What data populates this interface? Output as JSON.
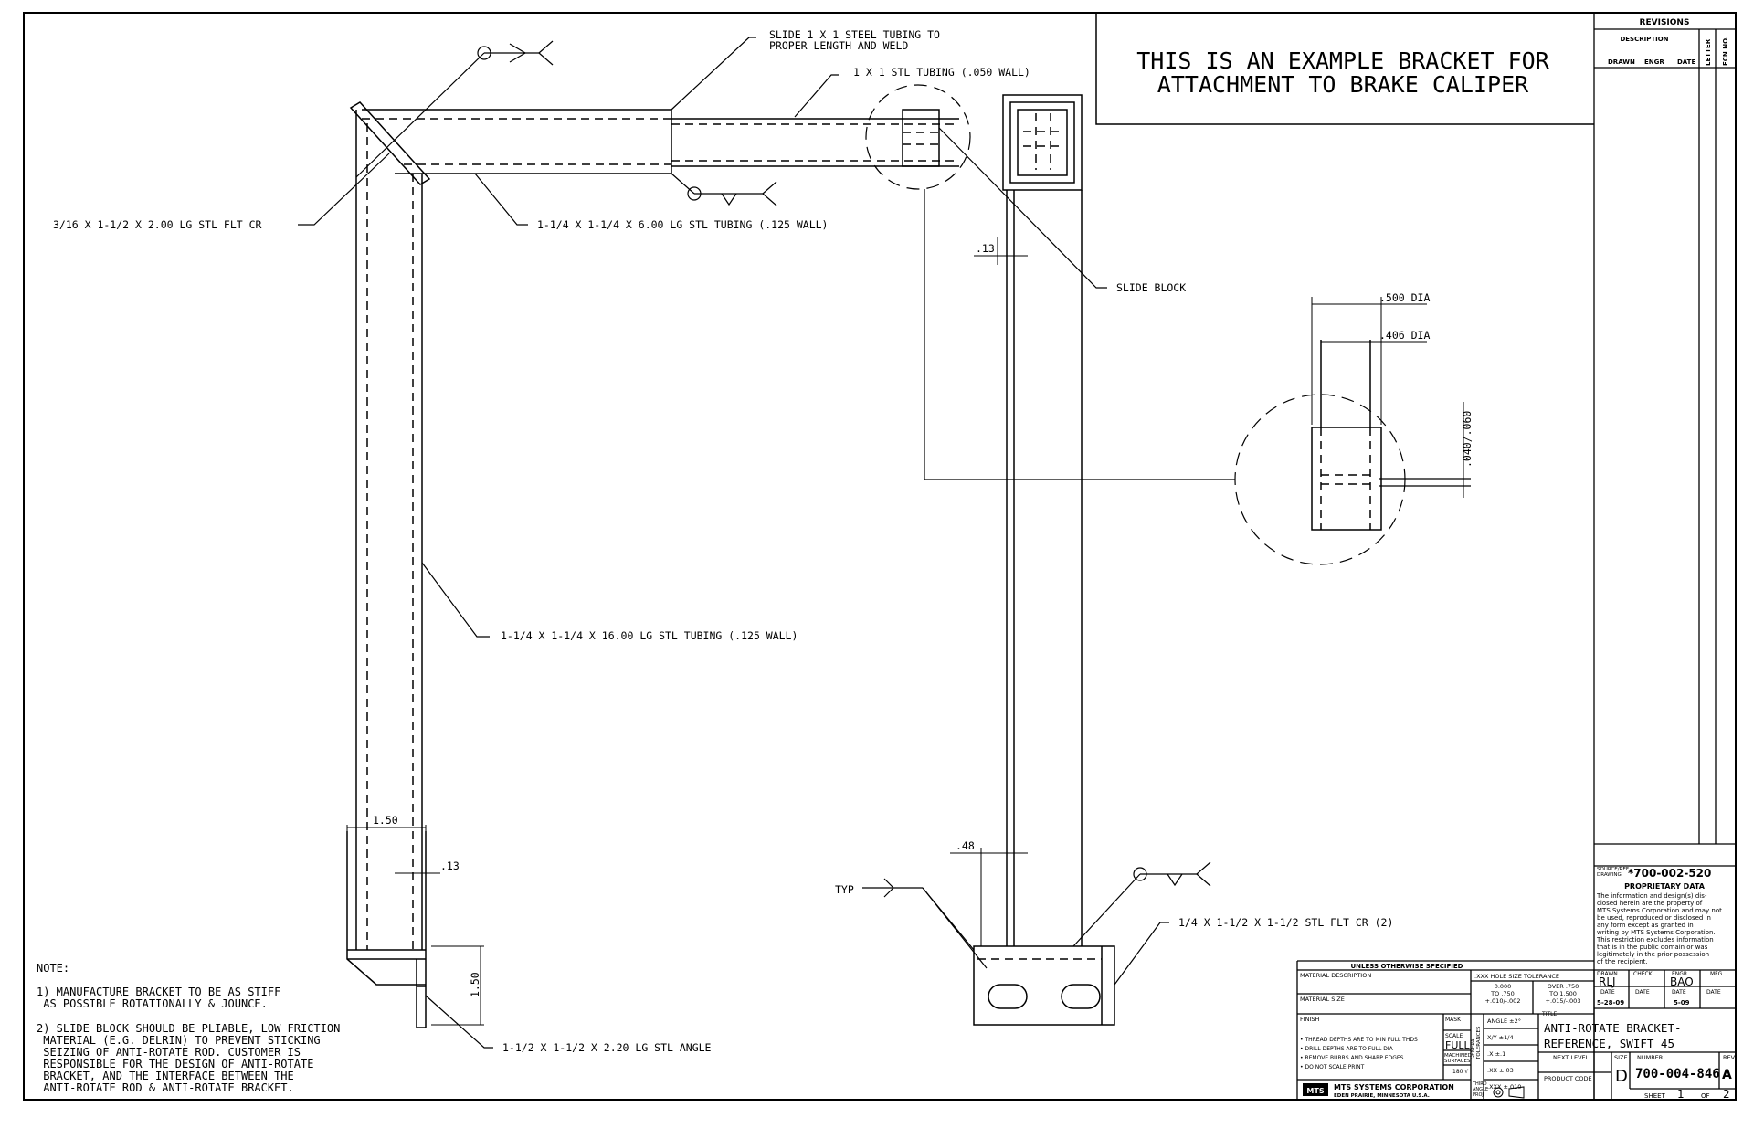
{
  "banner": "THIS IS AN EXAMPLE BRACKET FOR\nATTACHMENT TO BRAKE CALIPER",
  "callouts": {
    "slide_tubing": "SLIDE 1 X 1 STEEL TUBING TO\nPROPER LENGTH AND WELD",
    "stl_tubing_050": "1 X 1 STL TUBING (.050 WALL)",
    "flat_cr": "3/16 X 1-1/2 X 2.00 LG STL FLT CR",
    "tubing_6": "1-1/4 X 1-1/4 X 6.00 LG STL TUBING (.125 WALL)",
    "tubing_16": "1-1/4 X 1-1/4 X 16.00 LG STL TUBING (.125 WALL)",
    "slide_block": "SLIDE BLOCK",
    "flat_cr_2": "1/4 X 1-1/2 X 1-1/2 STL FLT CR (2)",
    "angle": "1-1/2 X 1-1/2 X 2.20 LG STL ANGLE",
    "typ": "TYP"
  },
  "dims": {
    "d13_top": ".13",
    "d500": ".500 DIA",
    "d406": ".406 DIA",
    "d040": ".040/.060",
    "d150_h": "1.50",
    "d13_bottom": ".13",
    "d150_v": "1.50",
    "d48": ".48"
  },
  "notes": {
    "heading": "NOTE:",
    "items": [
      "1) MANUFACTURE BRACKET TO BE AS STIFF\n   AS POSSIBLE ROTATIONALLY & JOUNCE.",
      "2) SLIDE BLOCK SHOULD BE PLIABLE, LOW FRICTION\n   MATERIAL (E.G. DELRIN) TO PREVENT STICKING\n   SEIZING OF ANTI-ROTATE ROD. CUSTOMER IS\n   RESPONSIBLE FOR THE DESIGN OF ANTI-ROTATE\n   BRACKET, AND THE INTERFACE BETWEEN THE\n   ANTI-ROTATE ROD & ANTI-ROTATE BRACKET."
    ]
  },
  "revisions": {
    "title": "REVISIONS",
    "description": "DESCRIPTION",
    "letter": "LETTER",
    "ecn": "ECN NO.",
    "drawn": "DRAWN",
    "engr": "ENGR",
    "date": "DATE"
  },
  "title_block": {
    "source_label": "SOURCE/REF\nDRAWING:",
    "source_value": "*700-002-520",
    "proprietary_title": "PROPRIETARY DATA",
    "proprietary_text": "The information and design(s) dis-\nclosed herein are the property of\nMTS Systems Corporation and may not\nbe used, reproduced or disclosed in\nany form except as granted in\nwriting by MTS Systems Corporation.\nThis restriction excludes information\nthat is in the public domain or was\nlegitimately in the prior possession\nof the recipient.",
    "unless": "UNLESS OTHERWISE SPECIFIED",
    "material_desc": "MATERIAL DESCRIPTION",
    "material_size": "MATERIAL SIZE",
    "finish": "FINISH",
    "mask": "MASK",
    "scale": "SCALE",
    "scale_value": "FULL",
    "machined": "MACHINED\nSURFACES",
    "machined_value": "180 √",
    "thread_notes": "• THREAD DEPTHS ARE TO MIN FULL THDS\n• DRILL DEPTHS ARE TO FULL DIA\n• REMOVE BURRS AND SHARP EDGES\n• DO NOT SCALE PRINT",
    "hole_tol": ".XXX HOLE SIZE TOLERANCE",
    "hole_a": "0.000\nTO .750\n+.010/-.002",
    "hole_b": "OVER .750\nTO 1.500\n+.015/-.003",
    "angle_tol": "ANGLE ±2°",
    "gen_tol": "GENERAL\nTOLERANCES",
    "tol_frac": "X/Y  ±1/4",
    "tol_x": ".X   ±.1",
    "tol_xx": ".XX  ±.03",
    "tol_xxx": ".XXX ±.010",
    "third_angle": "THIRD\nANGLE\nPROJ.",
    "company": "MTS SYSTEMS CORPORATION",
    "company_loc": "EDEN PRAIRIE, MINNESOTA U.S.A.",
    "logo": "MTS",
    "drawn_label": "DRAWN",
    "drawn_value": "RLJ",
    "check_label": "CHECK",
    "engr_label": "ENGR",
    "engr_value": "BAO",
    "mfg_label": "MFG",
    "date_label": "DATE",
    "drawn_date": "5-28-09",
    "engr_date": "5-09",
    "title_label": "TITLE",
    "title_line1": "ANTI-ROTATE BRACKET-",
    "title_line2": "REFERENCE, SWIFT 45",
    "next_level": "NEXT LEVEL",
    "product_code": "PRODUCT CODE",
    "size_label": "SIZE",
    "size_value": "D",
    "number_label": "NUMBER",
    "number_value": "700-004-846",
    "rev_label": "REV",
    "rev_value": "A",
    "sheet_label": "SHEET",
    "sheet_value": "1",
    "of_label": "OF",
    "of_value": "2"
  }
}
